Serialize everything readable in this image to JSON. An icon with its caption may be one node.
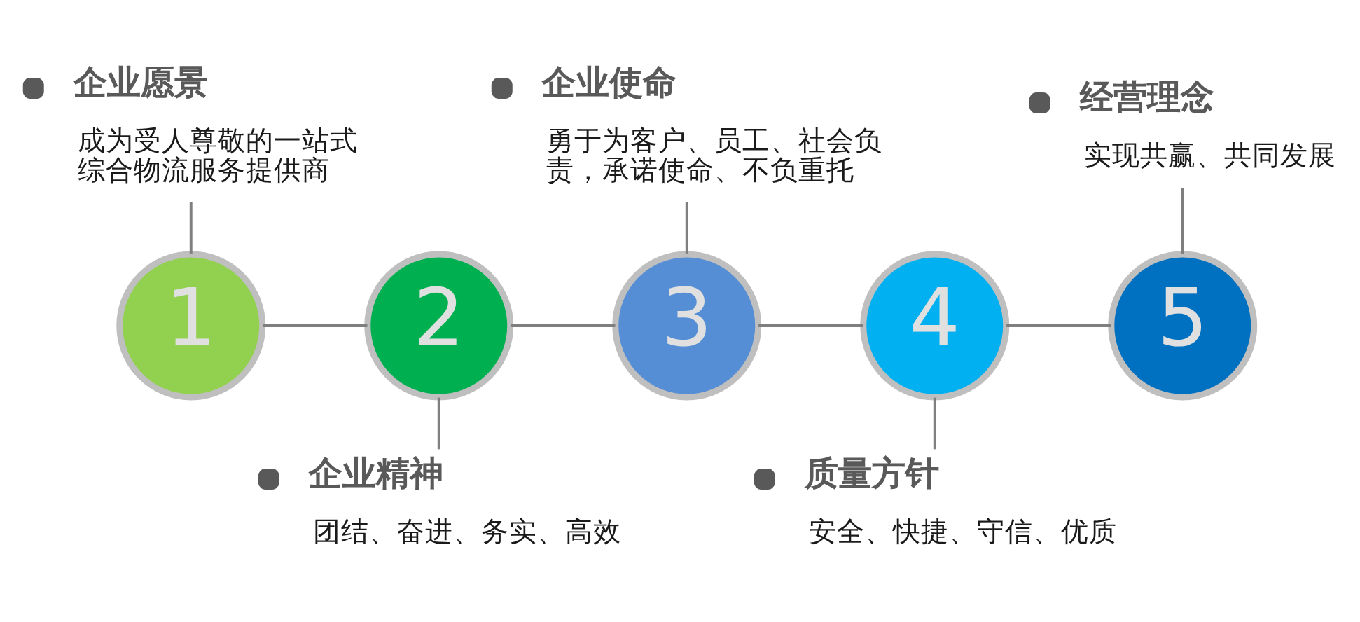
{
  "diagram": {
    "nodes": [
      {
        "text": [
          "1"
        ]
      },
      {
        "text": [
          "2"
        ]
      },
      {
        "text": [
          "3"
        ]
      },
      {
        "text": [
          "4"
        ]
      },
      {
        "text": [
          "5"
        ]
      },
      {
        "text": [
          "企业愿景",
          "成为受人尊敬的一站式综合物流服务提供商"
        ]
      },
      {
        "text": [
          "企业精神",
          "团结、奋进、务实、高效"
        ]
      },
      {
        "text": [
          "企业使命",
          "勇于为客户、员工、社会负责，承诺使命、不负重托"
        ]
      },
      {
        "text": [
          "质量方针",
          "安全、快捷、守信、优质"
        ]
      },
      {
        "text": [
          "经营理念",
          "实现共赢、共同发展"
        ]
      }
    ],
    "edges": [
      {
        "from": 0,
        "to": 1,
        "arrow": "none"
      },
      {
        "from": 1,
        "to": 2,
        "arrow": "none"
      },
      {
        "from": 2,
        "to": 3,
        "arrow": "none"
      },
      {
        "from": 3,
        "to": 4,
        "arrow": "none"
      },
      {
        "from": 5,
        "to": 0,
        "arrow": "none"
      },
      {
        "from": 1,
        "to": 6,
        "arrow": "none"
      },
      {
        "from": 7,
        "to": 2,
        "arrow": "none"
      },
      {
        "from": 3,
        "to": 8,
        "arrow": "none"
      },
      {
        "from": 9,
        "to": 4,
        "arrow": "none"
      }
    ]
  }
}
